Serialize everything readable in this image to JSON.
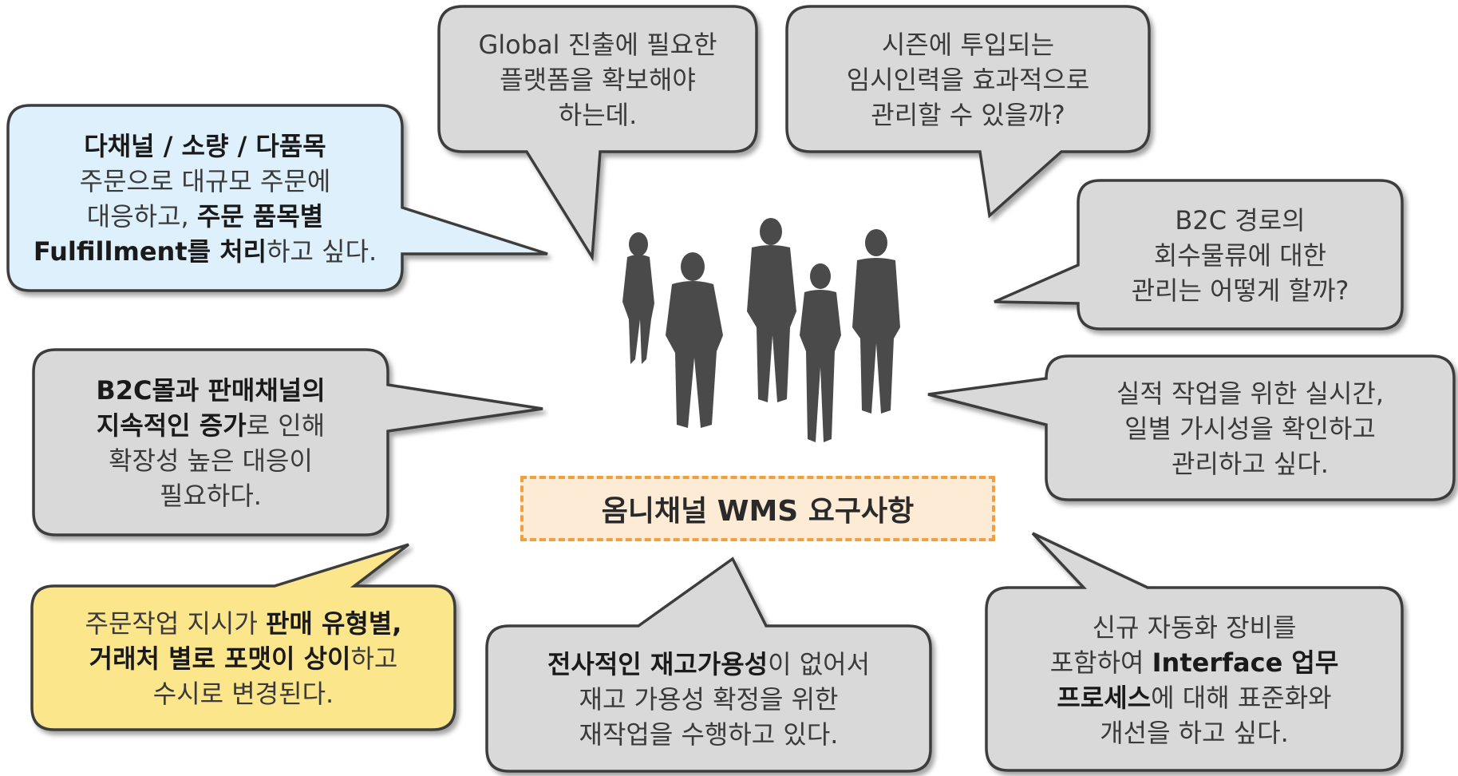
{
  "title": "옴니채널 WMS 요구사항",
  "colors": {
    "gray_bubble": "#d9d9d9",
    "blue_bubble": "#ddf0fb",
    "yellow_bubble": "#fbe68c",
    "outline": "#3c3c3c",
    "title_border": "#f0a040",
    "title_fill": "#fdebd6",
    "silhouette": "#4a4a4a"
  },
  "icons": [
    "people-silhouette-icon"
  ],
  "bubbles": {
    "global": {
      "lines": [
        [
          {
            "t": "Global 진출에 필요한"
          }
        ],
        [
          {
            "t": "플랫폼을 확보해야"
          }
        ],
        [
          {
            "t": "하는데."
          }
        ]
      ]
    },
    "seasonal": {
      "lines": [
        [
          {
            "t": "시즌에 투입되는"
          }
        ],
        [
          {
            "t": "임시인력을 효과적으로"
          }
        ],
        [
          {
            "t": "관리할 수 있을까?"
          }
        ]
      ]
    },
    "multichannel": {
      "lines": [
        [
          {
            "t": "다채널 / 소량 / 다품목",
            "b": true
          }
        ],
        [
          {
            "t": "주문으로 대규모 주문에"
          }
        ],
        [
          {
            "t": "대응하고, "
          },
          {
            "t": "주문 품목별",
            "b": true
          }
        ],
        [
          {
            "t": "Fulfillment를 처리",
            "b": true
          },
          {
            "t": "하고 싶다."
          }
        ]
      ]
    },
    "reverse": {
      "lines": [
        [
          {
            "t": "B2C 경로의"
          }
        ],
        [
          {
            "t": "회수물류에 대한"
          }
        ],
        [
          {
            "t": "관리는 어떻게 할까?"
          }
        ]
      ]
    },
    "growth": {
      "lines": [
        [
          {
            "t": "B2C몰과 판매채널의",
            "b": true
          }
        ],
        [
          {
            "t": "지속적인 증가",
            "b": true
          },
          {
            "t": "로 인해"
          }
        ],
        [
          {
            "t": "확장성 높은 대응이"
          }
        ],
        [
          {
            "t": "필요하다."
          }
        ]
      ]
    },
    "realtime": {
      "lines": [
        [
          {
            "t": "실적 작업을 위한 실시간,"
          }
        ],
        [
          {
            "t": "일별 가시성을 확인하고"
          }
        ],
        [
          {
            "t": "관리하고 싶다."
          }
        ]
      ]
    },
    "format": {
      "lines": [
        [
          {
            "t": "주문작업 지시가 "
          },
          {
            "t": "판매 유형별,",
            "b": true
          }
        ],
        [
          {
            "t": "거래처 별로 포맷이 상이",
            "b": true
          },
          {
            "t": "하고"
          }
        ],
        [
          {
            "t": "수시로 변경된다."
          }
        ]
      ]
    },
    "inventory": {
      "lines": [
        [
          {
            "t": "전사적인 재고가용성",
            "b": true
          },
          {
            "t": "이 없어서"
          }
        ],
        [
          {
            "t": "재고 가용성 확정을 위한"
          }
        ],
        [
          {
            "t": "재작업을 수행하고 있다."
          }
        ]
      ]
    },
    "automation": {
      "lines": [
        [
          {
            "t": "신규 자동화 장비를"
          }
        ],
        [
          {
            "t": "포함하여 "
          },
          {
            "t": "Interface 업무",
            "b": true
          }
        ],
        [
          {
            "t": "프로세스",
            "b": true
          },
          {
            "t": "에 대해 표준화와"
          }
        ],
        [
          {
            "t": "개선을 하고 싶다."
          }
        ]
      ]
    }
  }
}
